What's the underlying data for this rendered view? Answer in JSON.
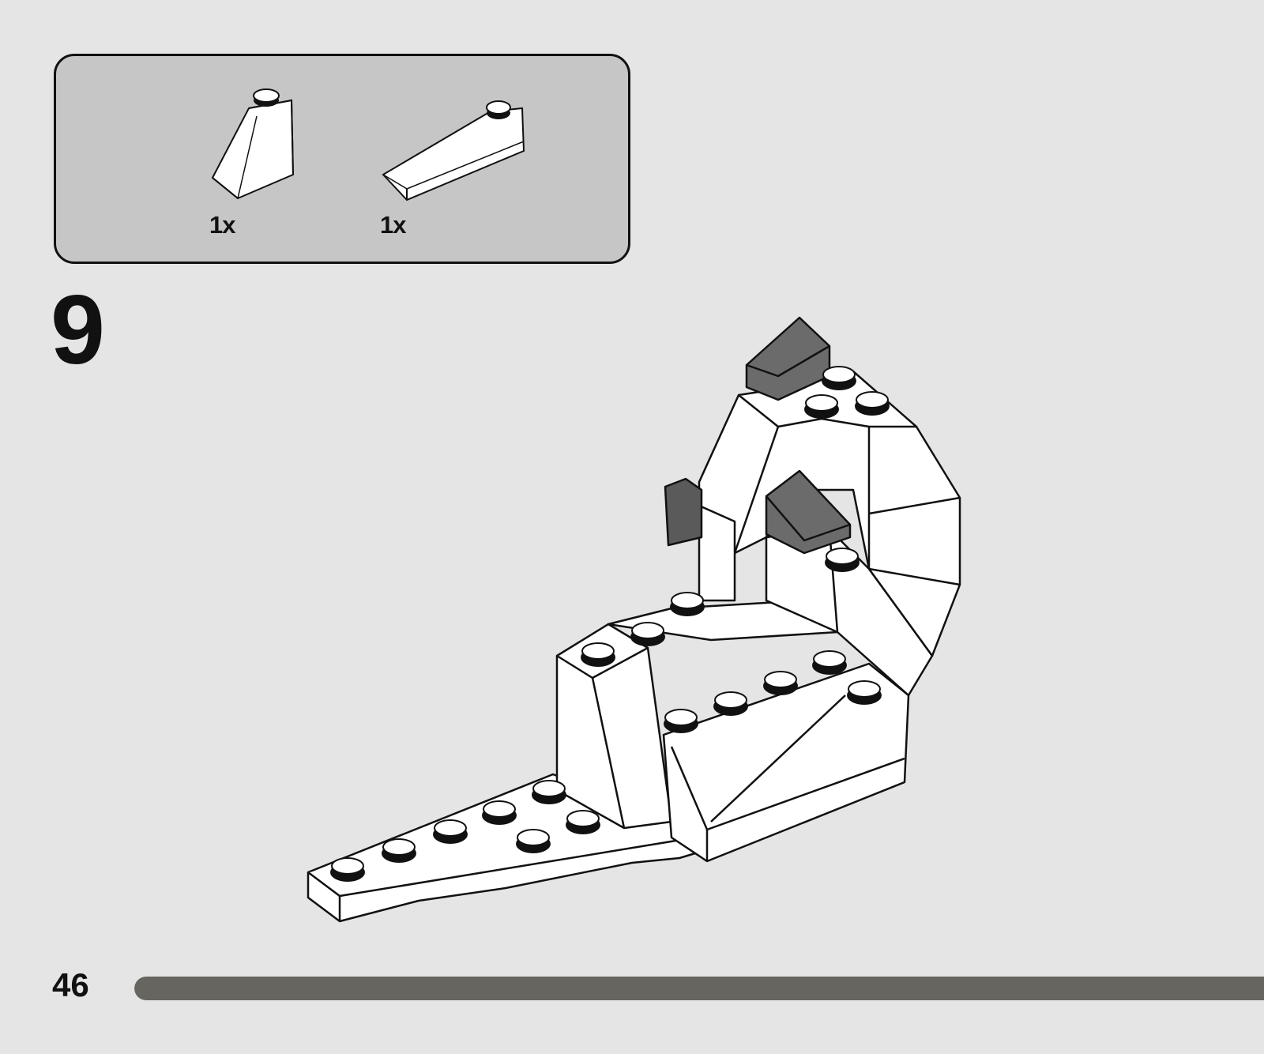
{
  "parts_callout": {
    "items": [
      {
        "name": "slope-brick-1x2-white",
        "quantity": "1x"
      },
      {
        "name": "slope-brick-1x4-white",
        "quantity": "1x"
      }
    ]
  },
  "step": {
    "number": "9"
  },
  "footer": {
    "page_number": "46",
    "progress_fraction": 1.0
  },
  "colors": {
    "background": "#e4e5e4",
    "callout": "#c6c6c6",
    "brick_white": "#ffffff",
    "brick_dark": "#6b6b6b",
    "progress": "#666560"
  }
}
